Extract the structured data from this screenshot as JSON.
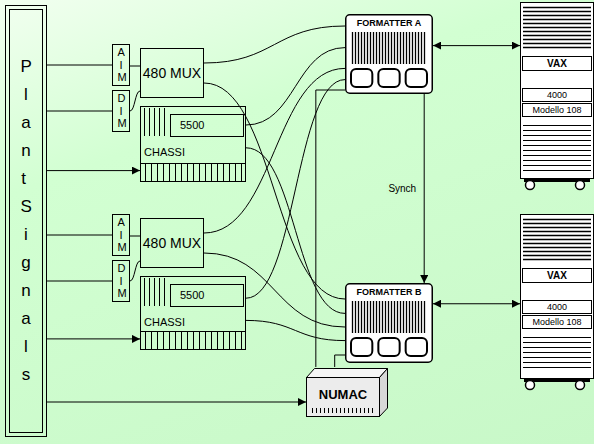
{
  "diagram": {
    "nodes": [
      {
        "text": [
          "Plant Signals"
        ]
      },
      {
        "text": [
          "AIM"
        ]
      },
      {
        "text": [
          "DIM"
        ]
      },
      {
        "text": [
          "480 MUX"
        ]
      },
      {
        "text": [
          "5500",
          "CHASSI"
        ]
      },
      {
        "text": [
          "AIM"
        ]
      },
      {
        "text": [
          "DIM"
        ]
      },
      {
        "text": [
          "480 MUX"
        ]
      },
      {
        "text": [
          "5500",
          "CHASSI"
        ]
      },
      {
        "text": [
          "NUMAC"
        ]
      },
      {
        "text": [
          "FORMATTER A"
        ]
      },
      {
        "text": [
          "FORMATTER B"
        ]
      },
      {
        "text": [
          "VAX",
          "4000",
          "Modello 108"
        ]
      },
      {
        "text": [
          "VAX",
          "4000",
          "Modello 108"
        ]
      }
    ],
    "edges": [
      {
        "from": 0,
        "to": 1,
        "arrow": "none"
      },
      {
        "from": 0,
        "to": 2,
        "arrow": "none"
      },
      {
        "from": 0,
        "to": 4,
        "arrow": "to"
      },
      {
        "from": 1,
        "to": 3,
        "arrow": "none"
      },
      {
        "from": 2,
        "to": 3,
        "arrow": "none"
      },
      {
        "from": 3,
        "to": 10,
        "arrow": "none"
      },
      {
        "from": 3,
        "to": 11,
        "arrow": "none"
      },
      {
        "from": 4,
        "to": 10,
        "arrow": "none"
      },
      {
        "from": 4,
        "to": 11,
        "arrow": "none"
      },
      {
        "from": 0,
        "to": 5,
        "arrow": "none"
      },
      {
        "from": 0,
        "to": 6,
        "arrow": "none"
      },
      {
        "from": 0,
        "to": 8,
        "arrow": "to"
      },
      {
        "from": 5,
        "to": 7,
        "arrow": "none"
      },
      {
        "from": 6,
        "to": 7,
        "arrow": "none"
      },
      {
        "from": 7,
        "to": 10,
        "arrow": "none"
      },
      {
        "from": 7,
        "to": 11,
        "arrow": "none"
      },
      {
        "from": 8,
        "to": 10,
        "arrow": "none"
      },
      {
        "from": 8,
        "to": 11,
        "arrow": "none"
      },
      {
        "from": 0,
        "to": 9,
        "arrow": "to"
      },
      {
        "from": 9,
        "to": 10,
        "arrow": "none"
      },
      {
        "from": 9,
        "to": 11,
        "arrow": "none"
      },
      {
        "from": 10,
        "to": 12,
        "arrow": "both"
      },
      {
        "from": 11,
        "to": 13,
        "arrow": "both"
      },
      {
        "from": 10,
        "to": 11,
        "label": "Synch",
        "arrow": "to"
      }
    ]
  }
}
